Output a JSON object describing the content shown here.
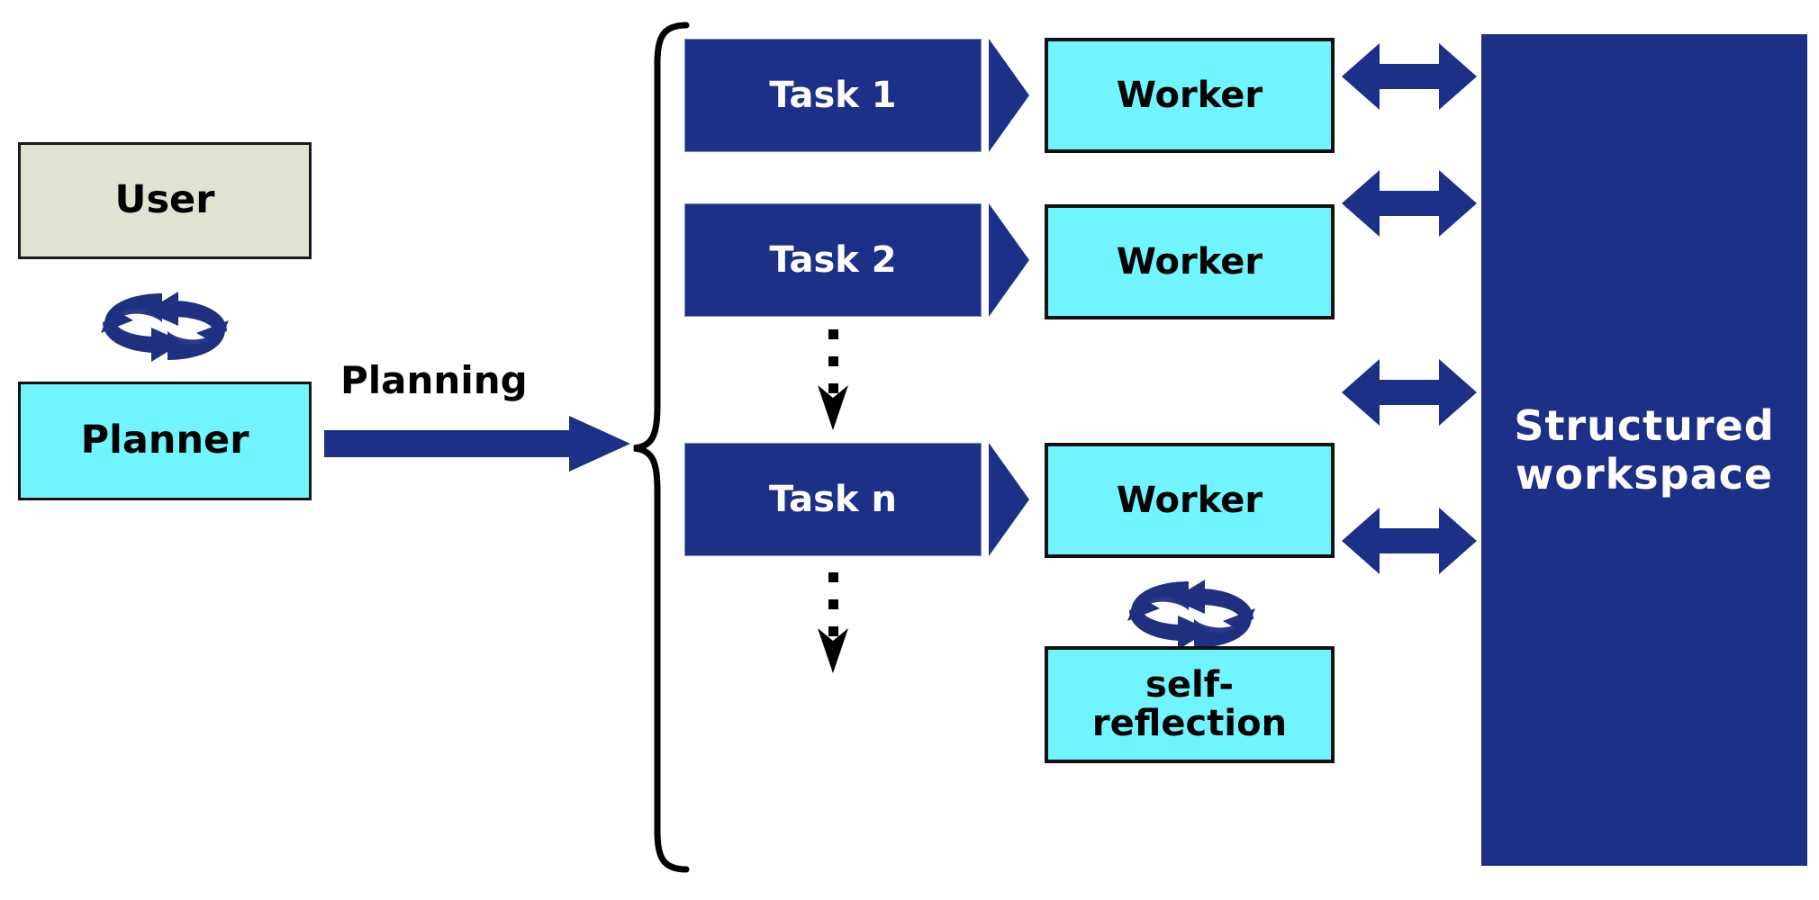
{
  "diagram": {
    "title": "Planner-Worker agent architecture with structured workspace",
    "colors": {
      "navy": "#1D3088",
      "cyan": "#70F5FF",
      "sage": "#DCE5D0",
      "black": "#111111",
      "white": "#FFFFFF",
      "background": "#FFFFFF"
    },
    "left_column": {
      "user": {
        "label": "User",
        "fill": "#DCE5D0",
        "text_color": "#000000"
      },
      "planner": {
        "label": "Planner",
        "fill": "#70F5FF",
        "text_color": "#000000"
      },
      "loop_icon": "refresh-loop-icon"
    },
    "planning_edge": {
      "label": "Planning",
      "arrow": "right-arrow-icon",
      "color": "#1D3088"
    },
    "brace": {
      "icon": "curly-brace-icon",
      "orientation": "left"
    },
    "tasks": [
      {
        "label": "Task 1",
        "fill": "#1D3088",
        "text_color": "#FFFFFF"
      },
      {
        "label": "Task 2",
        "fill": "#1D3088",
        "text_color": "#FFFFFF"
      },
      {
        "label": "Task n",
        "fill": "#1D3088",
        "text_color": "#FFFFFF"
      }
    ],
    "task_to_worker_arrow": "triangle-right-arrow-icon",
    "workers": [
      {
        "label": "Worker",
        "fill": "#70F5FF",
        "text_color": "#000000"
      },
      {
        "label": "Worker",
        "fill": "#70F5FF",
        "text_color": "#000000"
      },
      {
        "label": "Worker",
        "fill": "#70F5FF",
        "text_color": "#000000"
      }
    ],
    "self_reflection": {
      "line1": "self-",
      "line2": "reflection",
      "fill": "#70F5FF",
      "text_color": "#000000",
      "loop_icon": "refresh-loop-icon"
    },
    "workspace": {
      "line1": "Structured",
      "line2": "workspace",
      "fill": "#1D3088",
      "text_color": "#FFFFFF"
    },
    "bidirectional_arrow": "double-headed-arrow-icon",
    "task_continuation_arrow": "dotted-down-arrow-icon",
    "ellipsis_count": 2
  }
}
